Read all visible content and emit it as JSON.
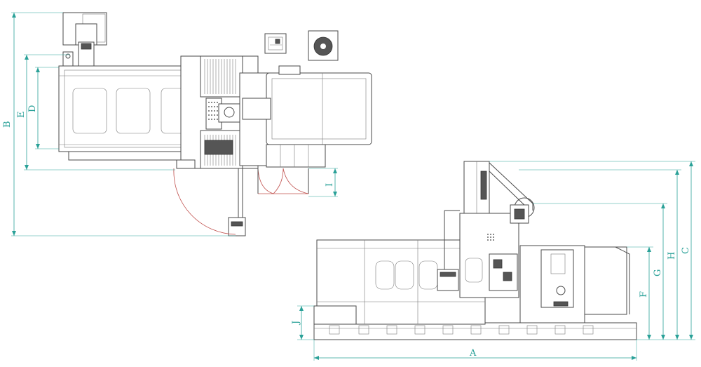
{
  "colors": {
    "dimension": "#2aa198",
    "door_swing": "#c0504d",
    "outline": "#4a4a4a"
  },
  "dimensions": {
    "A": "A",
    "B": "B",
    "C": "C",
    "D": "D",
    "E": "E",
    "F": "F",
    "G": "G",
    "H": "H",
    "I": "I",
    "J": "J"
  },
  "views": [
    "top-view",
    "front-view"
  ]
}
